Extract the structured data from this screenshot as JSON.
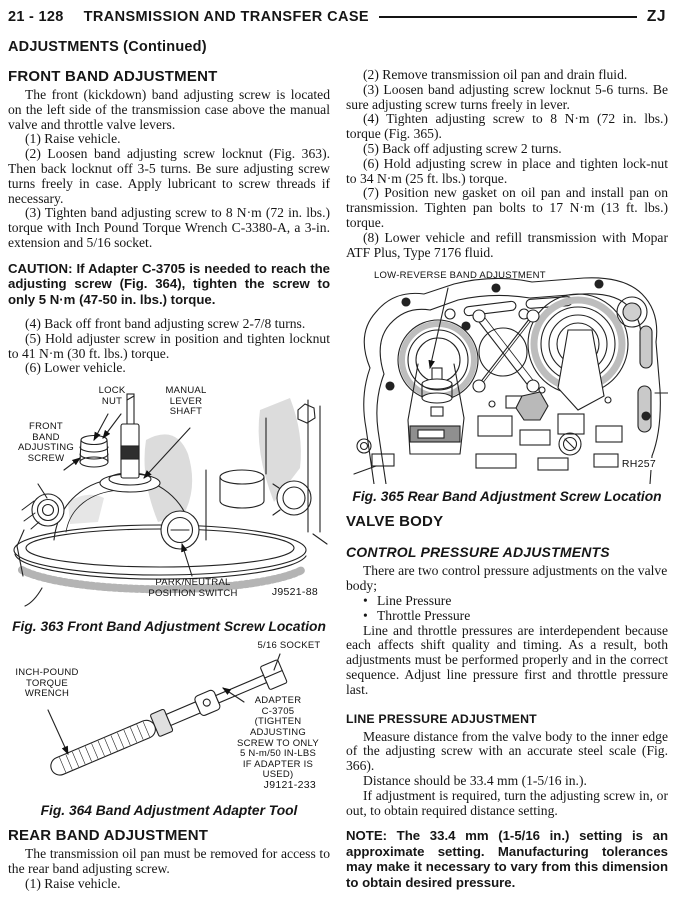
{
  "header": {
    "page_number": "21 - 128",
    "title": "TRANSMISSION AND TRANSFER CASE",
    "model_code": "ZJ",
    "section_title": "ADJUSTMENTS  (Continued)"
  },
  "left_column": {
    "front_band": {
      "heading": "FRONT BAND ADJUSTMENT",
      "intro": "The front (kickdown) band adjusting screw is located on the left side of the transmission case above the manual valve and throttle valve levers.",
      "step1": "(1) Raise vehicle.",
      "step2": "(2) Loosen band adjusting screw locknut (Fig. 363). Then back locknut off 3-5 turns. Be sure adjusting screw turns freely in case. Apply lubricant to screw threads if necessary.",
      "step3": "(3) Tighten band adjusting screw to 8 N·m (72 in. lbs.) torque with Inch Pound Torque Wrench C-3380-A, a 3-in. extension and 5/16 socket.",
      "caution": "CAUTION: If Adapter C-3705 is needed to reach the adjusting screw (Fig. 364), tighten the screw to only 5 N·m (47-50 in. lbs.) torque.",
      "step4": "(4) Back off front band adjusting screw 2-7/8 turns.",
      "step5": "(5) Hold adjuster screw in position and tighten locknut to 41 N·m (30 ft. lbs.) torque.",
      "step6": "(6) Lower vehicle."
    },
    "fig363": {
      "label_lock_nut": "LOCK\nNUT",
      "label_manual_lever_shaft": "MANUAL\nLEVER\nSHAFT",
      "label_front_band": "FRONT\nBAND\nADJUSTING\nSCREW",
      "label_park_neutral": "PARK/NEUTRAL\nPOSITION SWITCH",
      "code": "J9521-88",
      "caption": "Fig. 363 Front Band Adjustment Screw Location"
    },
    "fig364": {
      "label_socket": "5/16 SOCKET",
      "label_wrench": "INCH-POUND\nTORQUE\nWRENCH",
      "label_adapter": "ADAPTER\nC-3705\n(TIGHTEN ADJUSTING\nSCREW TO ONLY\n5 N-m/50 IN-LBS\nIF ADAPTER IS USED)",
      "code": "J9121-233",
      "caption": "Fig. 364 Band Adjustment Adapter Tool"
    },
    "rear_band": {
      "heading": "REAR BAND ADJUSTMENT",
      "intro": "The transmission oil pan must be removed for access to the rear band adjusting screw.",
      "step1": "(1) Raise vehicle."
    }
  },
  "right_column": {
    "steps": [
      "(2) Remove transmission oil pan and drain fluid.",
      "(3) Loosen band adjusting screw locknut 5-6 turns. Be sure adjusting screw turns freely in lever.",
      "(4) Tighten adjusting screw to 8 N·m (72 in. lbs.) torque (Fig. 365).",
      "(5) Back off adjusting screw 2 turns.",
      "(6) Hold adjusting screw in place and tighten lock-nut to 34 N·m (25 ft. lbs.) torque.",
      "(7) Position new gasket on oil pan and install pan on transmission. Tighten pan bolts to 17 N·m (13 ft. lbs.) torque.",
      "(8) Lower vehicle and refill transmission with Mopar ATF Plus, Type 7176 fluid."
    ],
    "fig365": {
      "label_low_reverse": "LOW-REVERSE  BAND  ADJUSTMENT",
      "code": "RH257",
      "caption": "Fig. 365 Rear Band Adjustment Screw Location"
    },
    "valve_body": {
      "heading": "VALVE BODY",
      "subheading": "CONTROL PRESSURE ADJUSTMENTS",
      "intro": "There are two control pressure adjustments on the valve body;",
      "bullets": [
        "Line Pressure",
        "Throttle Pressure"
      ],
      "body": "Line and throttle pressures are interdependent because each affects shift quality and timing. As a result, both adjustments must be performed properly and in the correct sequence. Adjust line pressure first and throttle pressure last."
    },
    "line_pressure": {
      "heading": "LINE PRESSURE ADJUSTMENT",
      "p1": "Measure distance from the valve body to the inner edge of the adjusting screw with an accurate steel scale (Fig. 366).",
      "p2": "Distance should be 33.4 mm (1-5/16 in.).",
      "p3": "If adjustment is required, turn the adjusting screw in, or out, to obtain required distance setting.",
      "note": "NOTE: The 33.4 mm (1-5/16 in.) setting is an approximate setting. Manufacturing tolerances may make it necessary to vary from this dimension to obtain desired pressure."
    }
  }
}
